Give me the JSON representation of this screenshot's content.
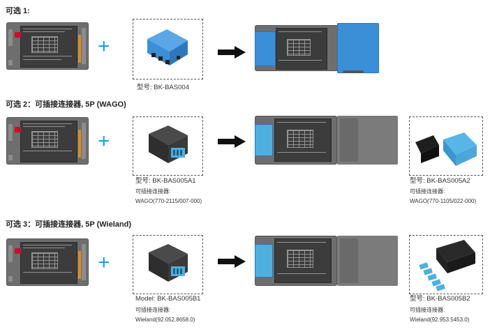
{
  "sections": [
    {
      "title": "可选 1:"
    },
    {
      "title": "可选 2：可插接连接器, 5P (WAGO)"
    },
    {
      "title": "可选 3：可插接连接器, 5P (Wieland)"
    }
  ],
  "row1": {
    "accessory_caption": "型号: BK-BAS004"
  },
  "row2": {
    "accessory_caption": [
      "型号: BK-BAS005A1",
      "可插接连接器:",
      "WAGO(770-2115/007-000)"
    ],
    "plug_caption": [
      "型号: BK-BAS005A2",
      "可插接连接器:",
      "WAGO(770-1105/022-000)"
    ]
  },
  "row3": {
    "accessory_caption": [
      "Model: BK-BAS005B1",
      "可插接连接器:",
      "Wieland(92.052.8658.0)"
    ],
    "plug_caption": [
      "型号: BK-BAS005B2",
      "可插接连接器:",
      "Wieland(92.953.5453.0)"
    ]
  },
  "colors": {
    "plus": "#1ba1e2",
    "cover_blue": "#3b8fd6",
    "connector_blue": "#4fb0e0",
    "driver_grey": "#6e6e6e"
  },
  "icons": [
    "plus-icon",
    "right-arrow-icon"
  ]
}
